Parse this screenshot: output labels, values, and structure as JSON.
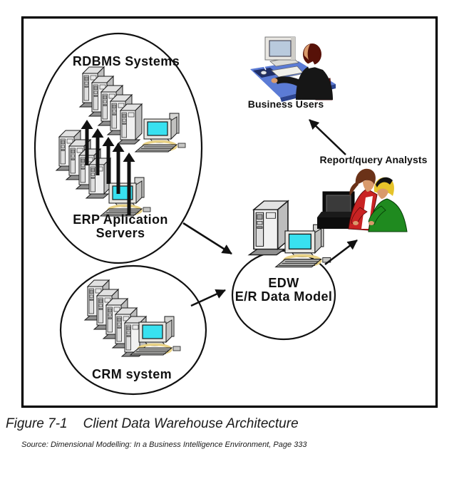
{
  "figure": {
    "caption_label": "Figure 7-1",
    "caption_title": "Client Data Warehouse Architecture",
    "source": "Source: Dimensional Modelling: In a Business Intelligence Environment, Page 333"
  },
  "diagram": {
    "nodes": {
      "rdbms": {
        "label": "RDBMS Systems",
        "icon": "server-cascade-with-workstation"
      },
      "erp": {
        "label_line1": "ERP Aplication",
        "label_line2": "Servers",
        "icon": "server-cascade-with-workstation-and-upload-arrows"
      },
      "crm": {
        "label": "CRM system",
        "icon": "server-cascade-with-workstation"
      },
      "edw": {
        "label_line1": "EDW",
        "label_line2": "E/R Data Model",
        "icon": "server-tower-with-workstation"
      },
      "business_users": {
        "label": "Business Users",
        "icon": "person-at-computer"
      },
      "analysts": {
        "label": "Report/query Analysts",
        "icon": "two-people-at-computer"
      }
    },
    "connections": [
      {
        "from": "erp",
        "to": "edw"
      },
      {
        "from": "crm",
        "to": "edw"
      },
      {
        "from": "edw",
        "to": "analysts"
      },
      {
        "from": "analysts",
        "to": "business_users"
      },
      {
        "from": "erp",
        "to": "rdbms",
        "style": "five-solid-up-arrows"
      }
    ],
    "colors": {
      "ink": "#111111",
      "screen_cyan": "#38e1f0",
      "cable_yellow": "#e9d285",
      "desk_blue": "#5b7bd5",
      "mousepad_navy": "#202f66",
      "suit_black": "#161616",
      "chair_red": "#8a1f1f",
      "hair_maroon": "#571108",
      "skin": "#d99a6b",
      "jacket_red": "#c92323",
      "shirt_green": "#1f8a1f",
      "hair_brown": "#6b3218",
      "hair_blonde": "#e6c32a"
    }
  }
}
